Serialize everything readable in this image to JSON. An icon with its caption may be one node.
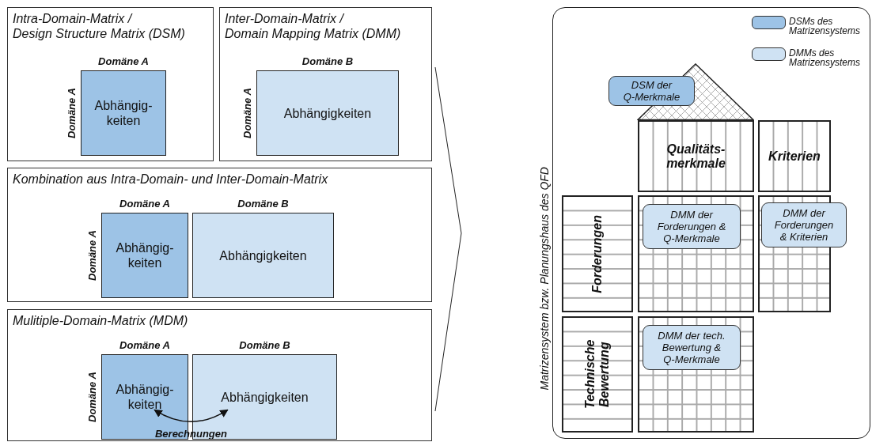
{
  "diagram": {
    "nodes": [
      {
        "text": [
          "Intra-Domain-Matrix / Design Structure Matrix (DSM)"
        ]
      },
      {
        "text": [
          "Abhängig- keiten"
        ],
        "in": 0,
        "beside": [
          "Domäne A",
          "Domäne A"
        ]
      },
      {
        "text": [
          "Inter-Domain-Matrix / Domain Mapping Matrix (DMM)"
        ]
      },
      {
        "text": [
          "Abhängigkeiten"
        ],
        "in": 2,
        "beside": [
          "Domäne B",
          "Domäne A"
        ]
      },
      {
        "text": [
          "Kombination aus Intra-Domain- und Inter-Domain-Matrix"
        ]
      },
      {
        "text": [
          "Abhängig- keiten"
        ],
        "in": 4,
        "beside": [
          "Domäne A",
          "Domäne A"
        ]
      },
      {
        "text": [
          "Abhängigkeiten"
        ],
        "in": 4,
        "beside": [
          "Domäne B"
        ]
      },
      {
        "text": [
          "Mulitiple-Domain-Matrix (MDM)"
        ]
      },
      {
        "text": [
          "Abhängig- keiten"
        ],
        "in": 7,
        "beside": [
          "Domäne A",
          "Domäne A"
        ]
      },
      {
        "text": [
          "Abhängigkeiten"
        ],
        "in": 7,
        "beside": [
          "Domäne B"
        ]
      },
      {
        "text": [
          "Matrizensystem bzw. Planungshaus des QFD"
        ]
      },
      {
        "text": [],
        "shape": "triangle",
        "in": 10
      },
      {
        "text": [
          "DSM der Q-Merkmale"
        ],
        "in": 10
      },
      {
        "text": [
          "Qualitäts- merkmale"
        ],
        "in": 10
      },
      {
        "text": [
          "Kriterien"
        ],
        "in": 10
      },
      {
        "text": [
          "Forderungen"
        ],
        "in": 10
      },
      {
        "text": [],
        "shape": "box",
        "in": 10
      },
      {
        "text": [
          "DMM der Forderungen & Q-Merkmale"
        ],
        "in": 16
      },
      {
        "text": [],
        "shape": "box",
        "in": 10
      },
      {
        "text": [
          "DMM der Forderungen & Kriterien"
        ],
        "in": 10
      },
      {
        "text": [
          "Technische Bewertung"
        ],
        "in": 10
      },
      {
        "text": [],
        "shape": "box",
        "in": 10
      },
      {
        "text": [
          "DMM der tech. Bewertung & Q-Merkmale"
        ],
        "in": 21
      }
    ],
    "edges": [
      {
        "from": 8,
        "to": 9,
        "arrow": "both",
        "label": "Berechnungen"
      }
    ],
    "legend": [
      {
        "text": "DSMs des Matrizensystems",
        "color": "#9dc3e6"
      },
      {
        "text": "DMMs des Matrizensystems",
        "color": "#cfe2f3"
      }
    ]
  }
}
